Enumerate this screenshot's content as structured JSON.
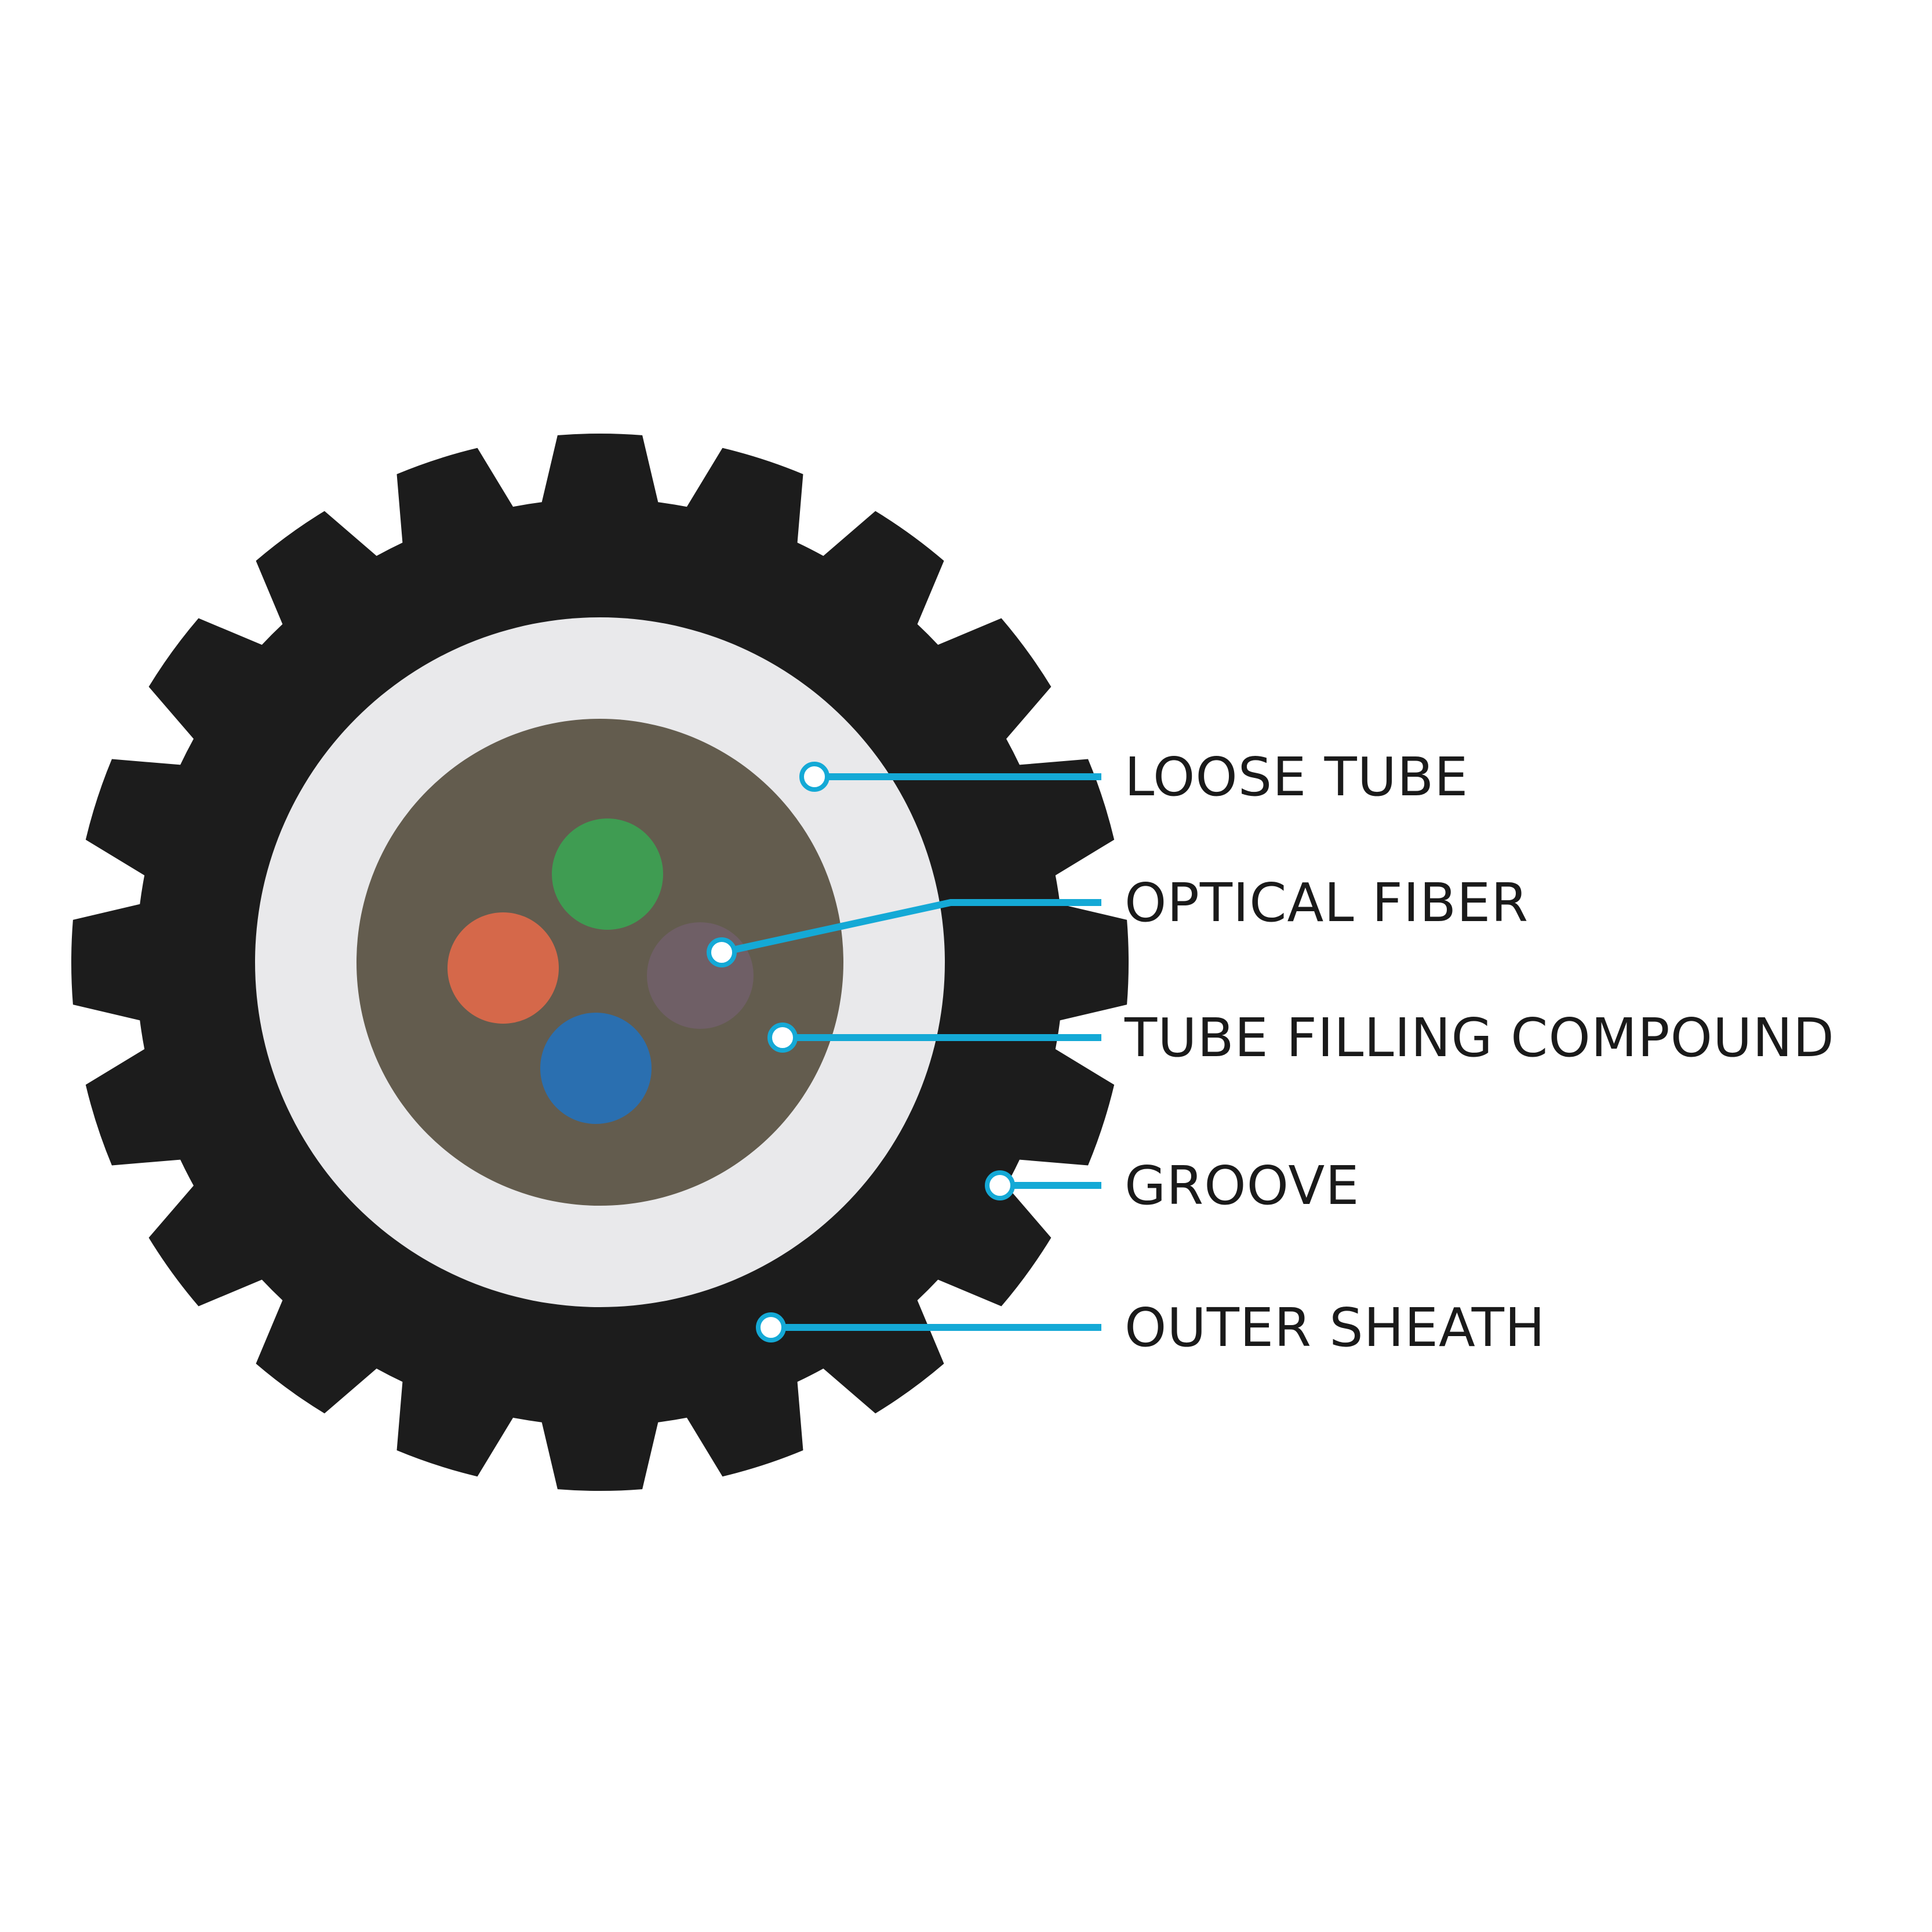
{
  "colors": {
    "background": "#ffffff",
    "outer_sheath": "#1c1c1c",
    "loose_tube": "#e9e9eb",
    "filling_compound": "#635c4e",
    "fiber_green": "#3f9c52",
    "fiber_orange": "#d5684a",
    "fiber_purple": "#6f5f66",
    "fiber_blue": "#2a6fb0",
    "callout_line": "#14a9d6",
    "callout_dot_fill": "#ffffff"
  },
  "labels": [
    {
      "id": "loose-tube",
      "text": "LOOSE TUBE"
    },
    {
      "id": "optical-fiber",
      "text": "OPTICAL FIBER"
    },
    {
      "id": "tube-filling-compound",
      "text": "TUBE FILLING COMPOUND"
    },
    {
      "id": "groove",
      "text": "GROOVE"
    },
    {
      "id": "outer-sheath",
      "text": "OUTER SHEATH"
    }
  ]
}
